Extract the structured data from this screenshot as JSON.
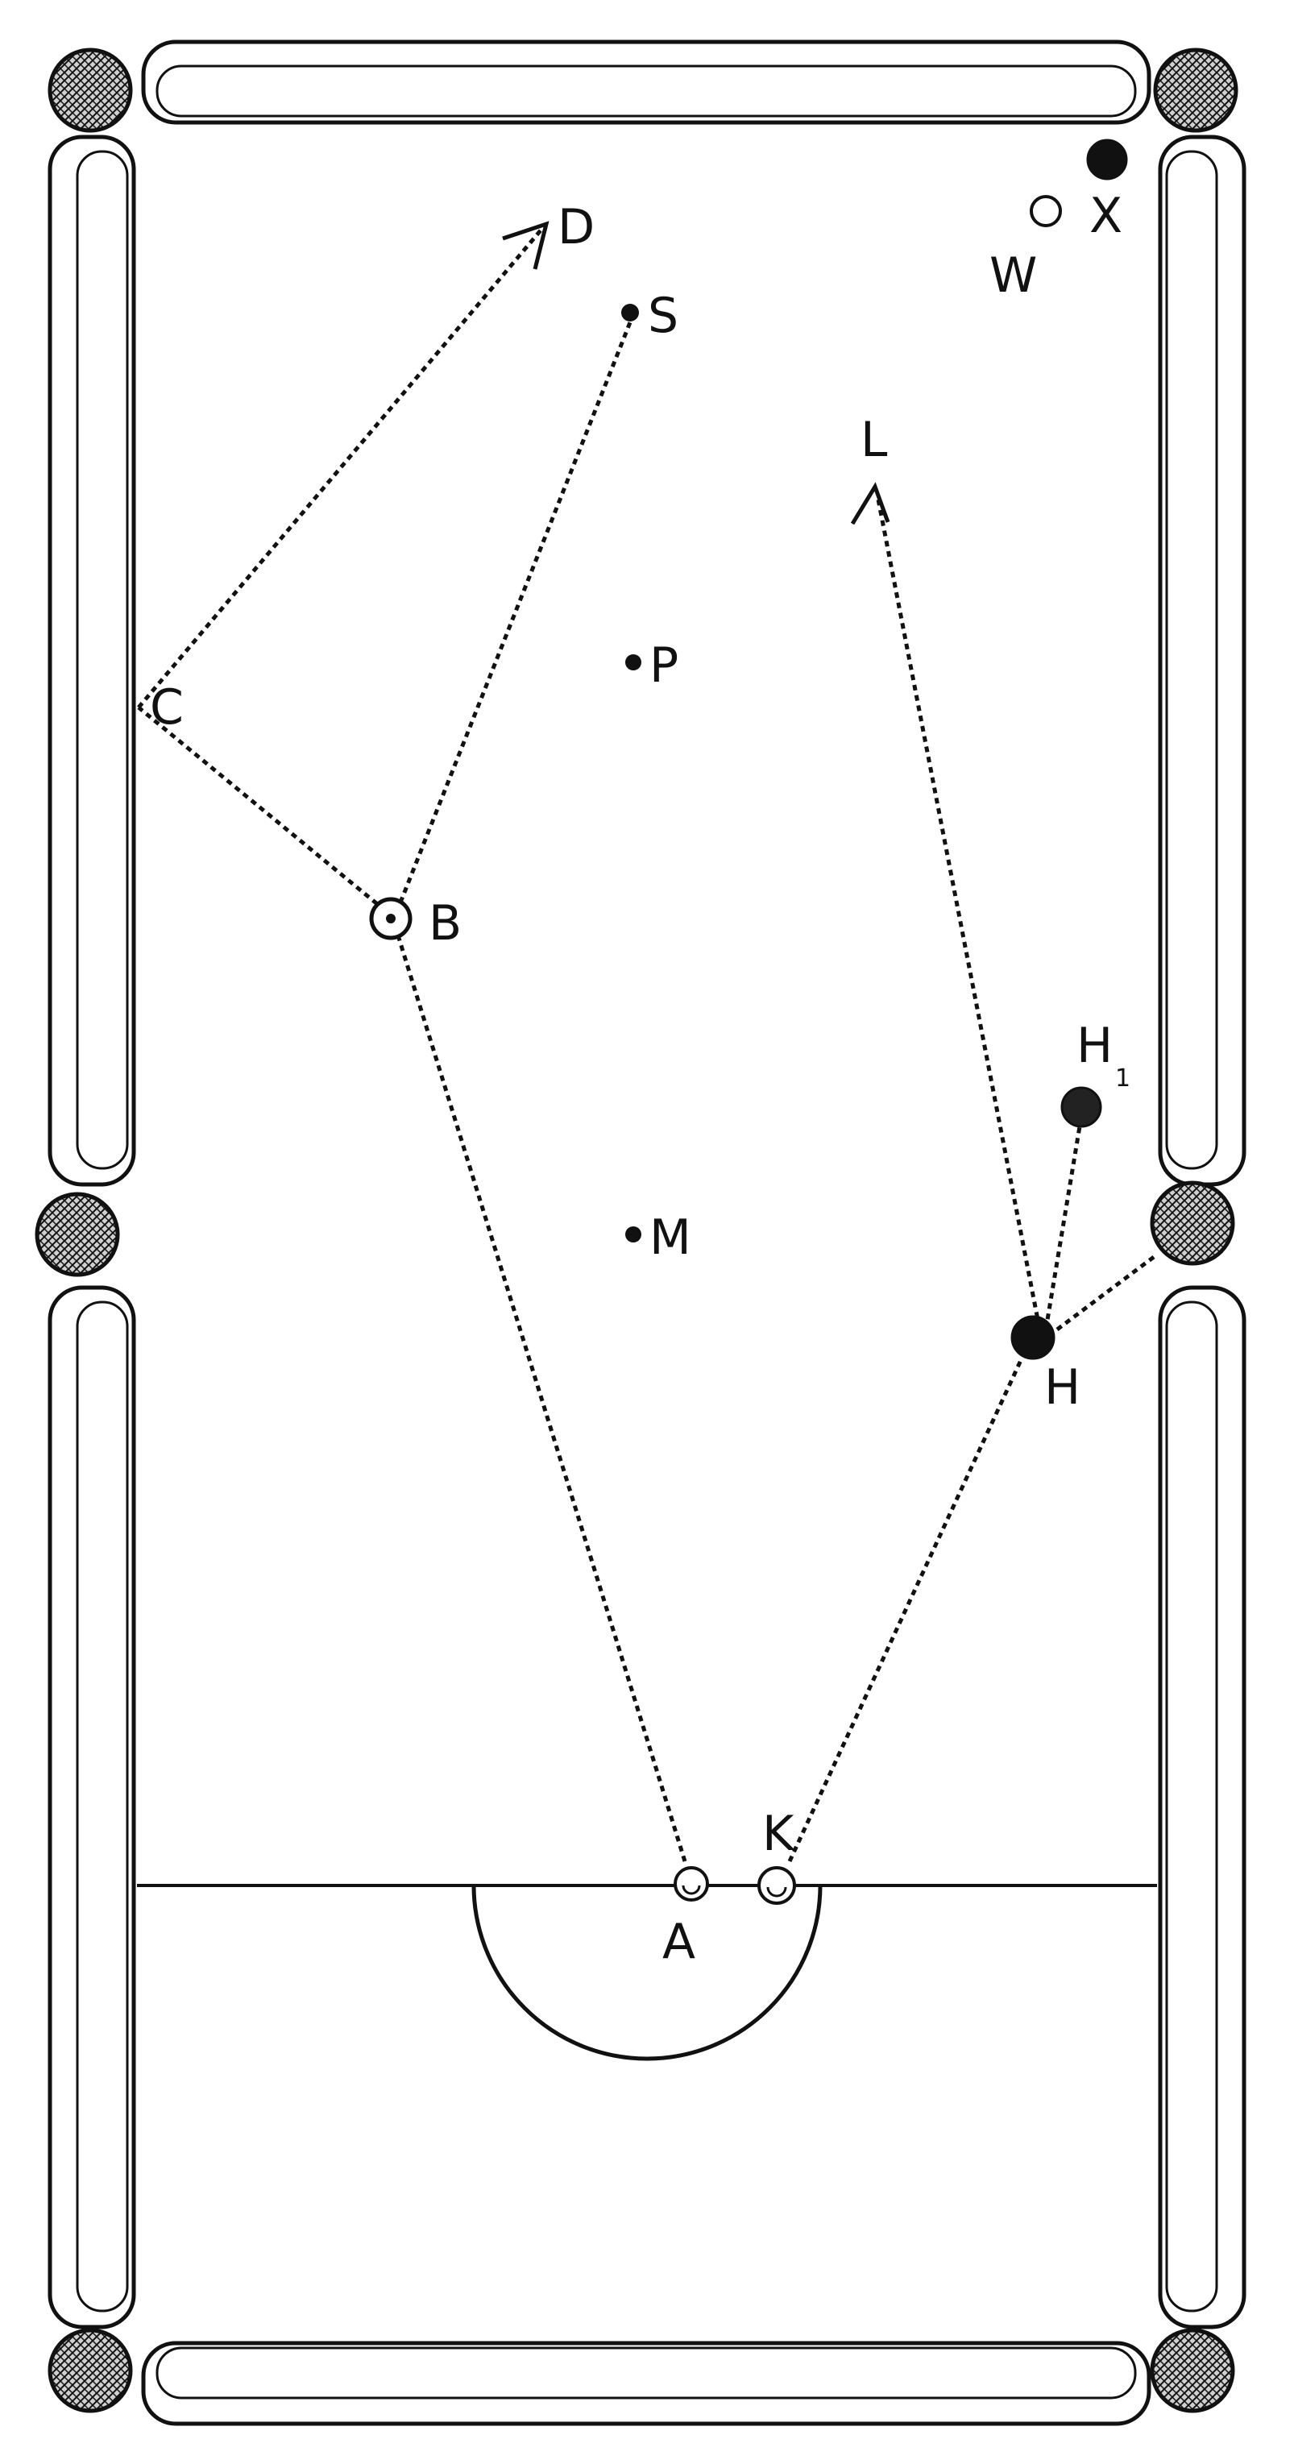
{
  "labels": {
    "A": "A",
    "B": "B",
    "C": "C",
    "D": "D",
    "H": "H",
    "H1": "H",
    "H1_subscript": "1",
    "K": "K",
    "L": "L",
    "M": "M",
    "P": "P",
    "S": "S",
    "W": "W",
    "X": "X"
  },
  "colors": {
    "ink": "#111111",
    "background": "#ffffff"
  }
}
